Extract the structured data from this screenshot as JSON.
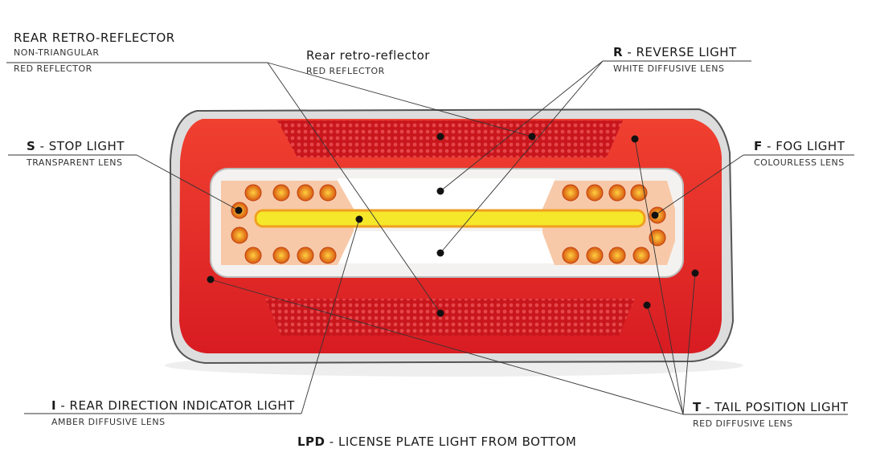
{
  "labels": {
    "retro_nontri": {
      "title": "Rear retro-reflector",
      "sub1": "Non-triangular",
      "sub2": "Red reflector"
    },
    "retro": {
      "title": "Rear retro-reflector",
      "sub": "Red reflector"
    },
    "stop": {
      "code": "S",
      "title": " - Stop light",
      "sub": "Transparent lens"
    },
    "reverse": {
      "code": "R",
      "title": " - Reverse light",
      "sub": "White diffusive lens"
    },
    "fog": {
      "code": "F",
      "title": " - Fog light",
      "sub": "Colourless lens"
    },
    "indicator": {
      "code": "I",
      "title": " - Rear direction indicator light",
      "sub": "Amber diffusive lens"
    },
    "tail": {
      "code": "T",
      "title": " - Tail position light",
      "sub": "Red diffusive lens"
    },
    "lpd": {
      "code": "LPD",
      "title": " - License plate light from bottom"
    }
  },
  "colors": {
    "red": "#e8262a",
    "amber": "#f5e82a",
    "led": "#f08a1a"
  }
}
